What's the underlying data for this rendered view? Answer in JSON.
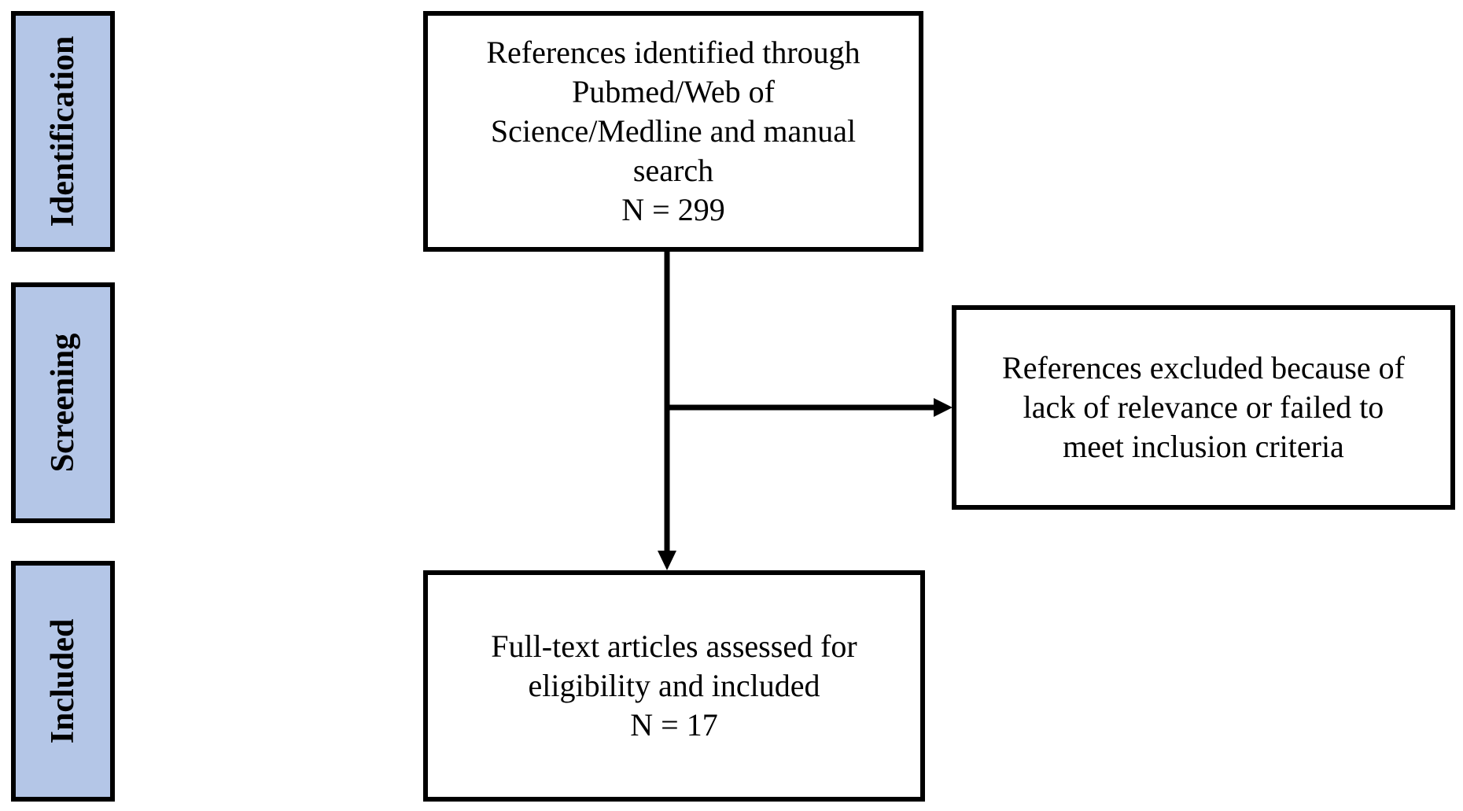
{
  "stages": {
    "identification": "Identification",
    "screening": "Screening",
    "included": "Included"
  },
  "boxes": {
    "identified": {
      "lines": [
        "References identified through",
        "Pubmed/Web of",
        "Science/Medline and manual",
        "search",
        "N = 299"
      ]
    },
    "excluded": {
      "lines": [
        "References excluded because of",
        "lack of relevance or failed to",
        "meet inclusion criteria"
      ]
    },
    "included": {
      "lines": [
        "Full-text articles assessed for",
        "eligibility and included",
        "N = 17"
      ]
    }
  },
  "colors": {
    "stage_fill": "#b4c6e7",
    "border": "#000000",
    "arrow": "#000000"
  }
}
